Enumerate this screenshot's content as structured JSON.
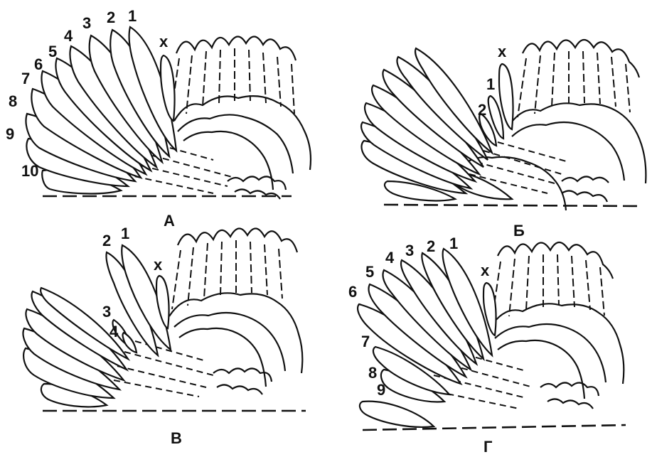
{
  "panels": [
    {
      "caption": "А",
      "primary_labels": [
        "1",
        "2",
        "3",
        "4",
        "5",
        "6",
        "7",
        "8",
        "9",
        "10"
      ],
      "remnant_label": "x"
    },
    {
      "caption": "Б",
      "primary_labels": [
        "1",
        "2"
      ],
      "remnant_label": "x"
    },
    {
      "caption": "В",
      "primary_labels": [
        "1",
        "2",
        "3",
        "4"
      ],
      "remnant_label": "x"
    },
    {
      "caption": "Г",
      "primary_labels": [
        "1",
        "2",
        "3",
        "4",
        "5",
        "6",
        "7",
        "8",
        "9"
      ],
      "remnant_label": "x"
    }
  ]
}
